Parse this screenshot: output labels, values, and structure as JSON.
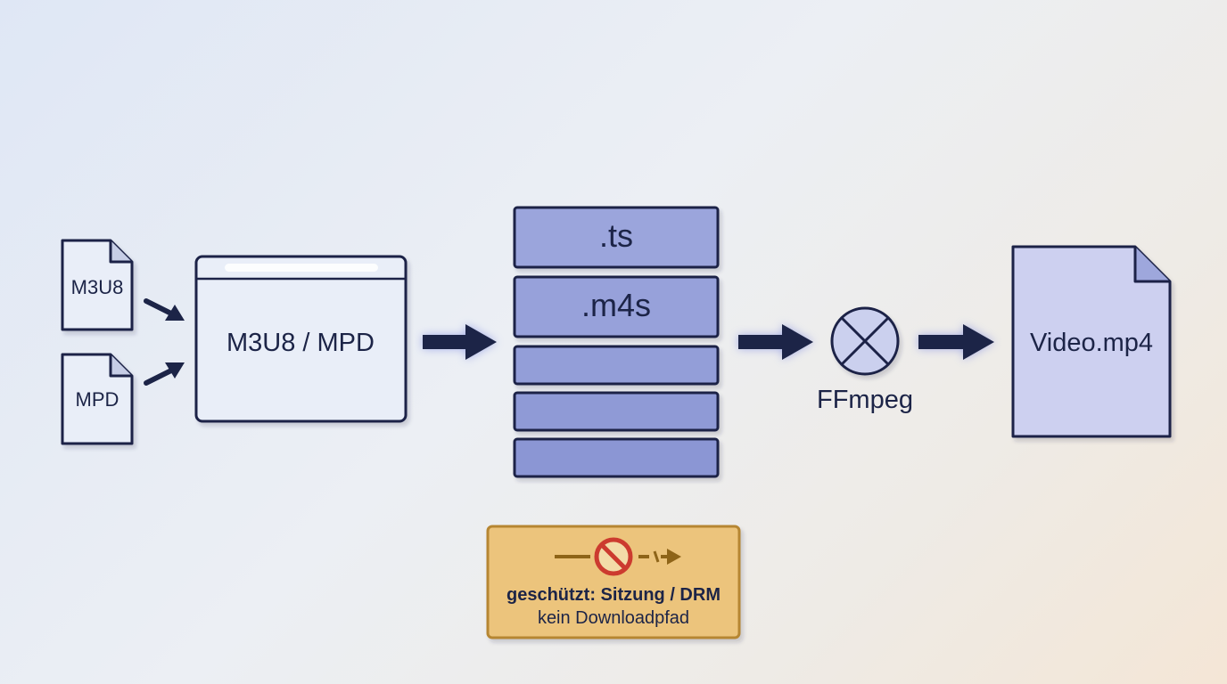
{
  "inputs": [
    {
      "label": "M3U8"
    },
    {
      "label": "MPD"
    }
  ],
  "manifest": {
    "label": "M3U8 / MPD"
  },
  "segments": [
    {
      "label": ".ts"
    },
    {
      "label": ".m4s"
    },
    {
      "label": ""
    },
    {
      "label": ""
    },
    {
      "label": ""
    }
  ],
  "ffmpeg": {
    "label": "FFmpeg",
    "icon": "merge-icon"
  },
  "output": {
    "label": "Video.mp4"
  },
  "warning": {
    "line1": "geschützt: Sitzung / DRM",
    "line2": "kein Downloadpfad",
    "icon": "prohibited-icon"
  },
  "colors": {
    "ink": "#1c2447",
    "segment_fill": "#8f9ad6",
    "output_fill": "#cdd0f0",
    "warning_fill": "#ecc47c",
    "warning_border": "#b68632",
    "prohibited_red": "#cc3b2f",
    "warning_arrow": "#8e6418"
  }
}
